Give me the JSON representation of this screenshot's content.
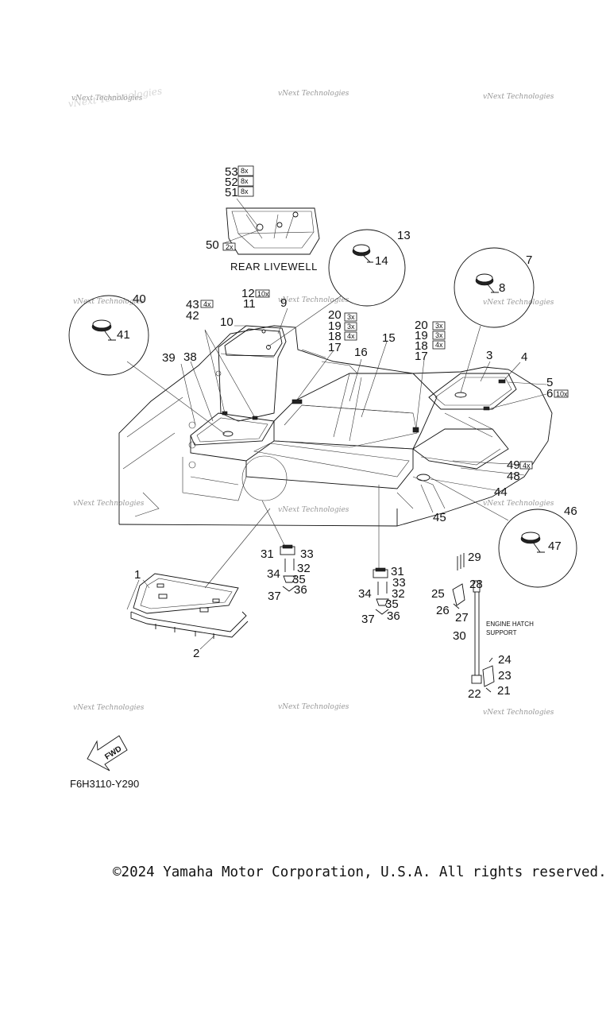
{
  "diagram": {
    "code": "F6H3110-Y290",
    "rear_livewell": "REAR LIVEWELL",
    "engine_hatch_line1": "ENGINE HATCH",
    "engine_hatch_line2": "SUPPORT",
    "fwd": "FWD",
    "watermark": "vNext Technologies",
    "callouts": {
      "c1": "1",
      "c2": "2",
      "c3": "3",
      "c4": "4",
      "c5": "5",
      "c6": "6",
      "c7": "7",
      "c8": "8",
      "c9": "9",
      "c10": "10",
      "c11": "11",
      "c12": "12",
      "c13": "13",
      "c14": "14",
      "c15": "15",
      "c16": "16",
      "c17a": "17",
      "c17b": "17",
      "c18a": "18",
      "c18b": "18",
      "c19a": "19",
      "c19b": "19",
      "c20a": "20",
      "c20b": "20",
      "c21": "21",
      "c22": "22",
      "c23": "23",
      "c24": "24",
      "c25": "25",
      "c26": "26",
      "c27": "27",
      "c28": "28",
      "c29": "29",
      "c30": "30",
      "c31a": "31",
      "c31b": "31",
      "c32a": "32",
      "c32b": "32",
      "c33a": "33",
      "c33b": "33",
      "c34a": "34",
      "c34b": "34",
      "c35a": "35",
      "c35b": "35",
      "c36a": "36",
      "c36b": "36",
      "c37a": "37",
      "c37b": "37",
      "c38": "38",
      "c39": "39",
      "c40": "40",
      "c41": "41",
      "c42": "42",
      "c43": "43",
      "c44": "44",
      "c45": "45",
      "c46": "46",
      "c47": "47",
      "c48": "48",
      "c49": "49",
      "c50": "50",
      "c51": "51",
      "c52": "52",
      "c53": "53"
    },
    "quantities": {
      "q53": "8x",
      "q52": "8x",
      "q51": "8x",
      "q50": "2x",
      "q43": "4x",
      "q12": "10x",
      "q20a": "3x",
      "q19a": "3x",
      "q18a": "4x",
      "q20b": "3x",
      "q19b": "3x",
      "q18b": "4x",
      "q6": "10x",
      "q49": "4x"
    }
  },
  "footer": {
    "copyright": "©2024 Yamaha Motor Corporation, U.S.A. All rights reserved."
  }
}
